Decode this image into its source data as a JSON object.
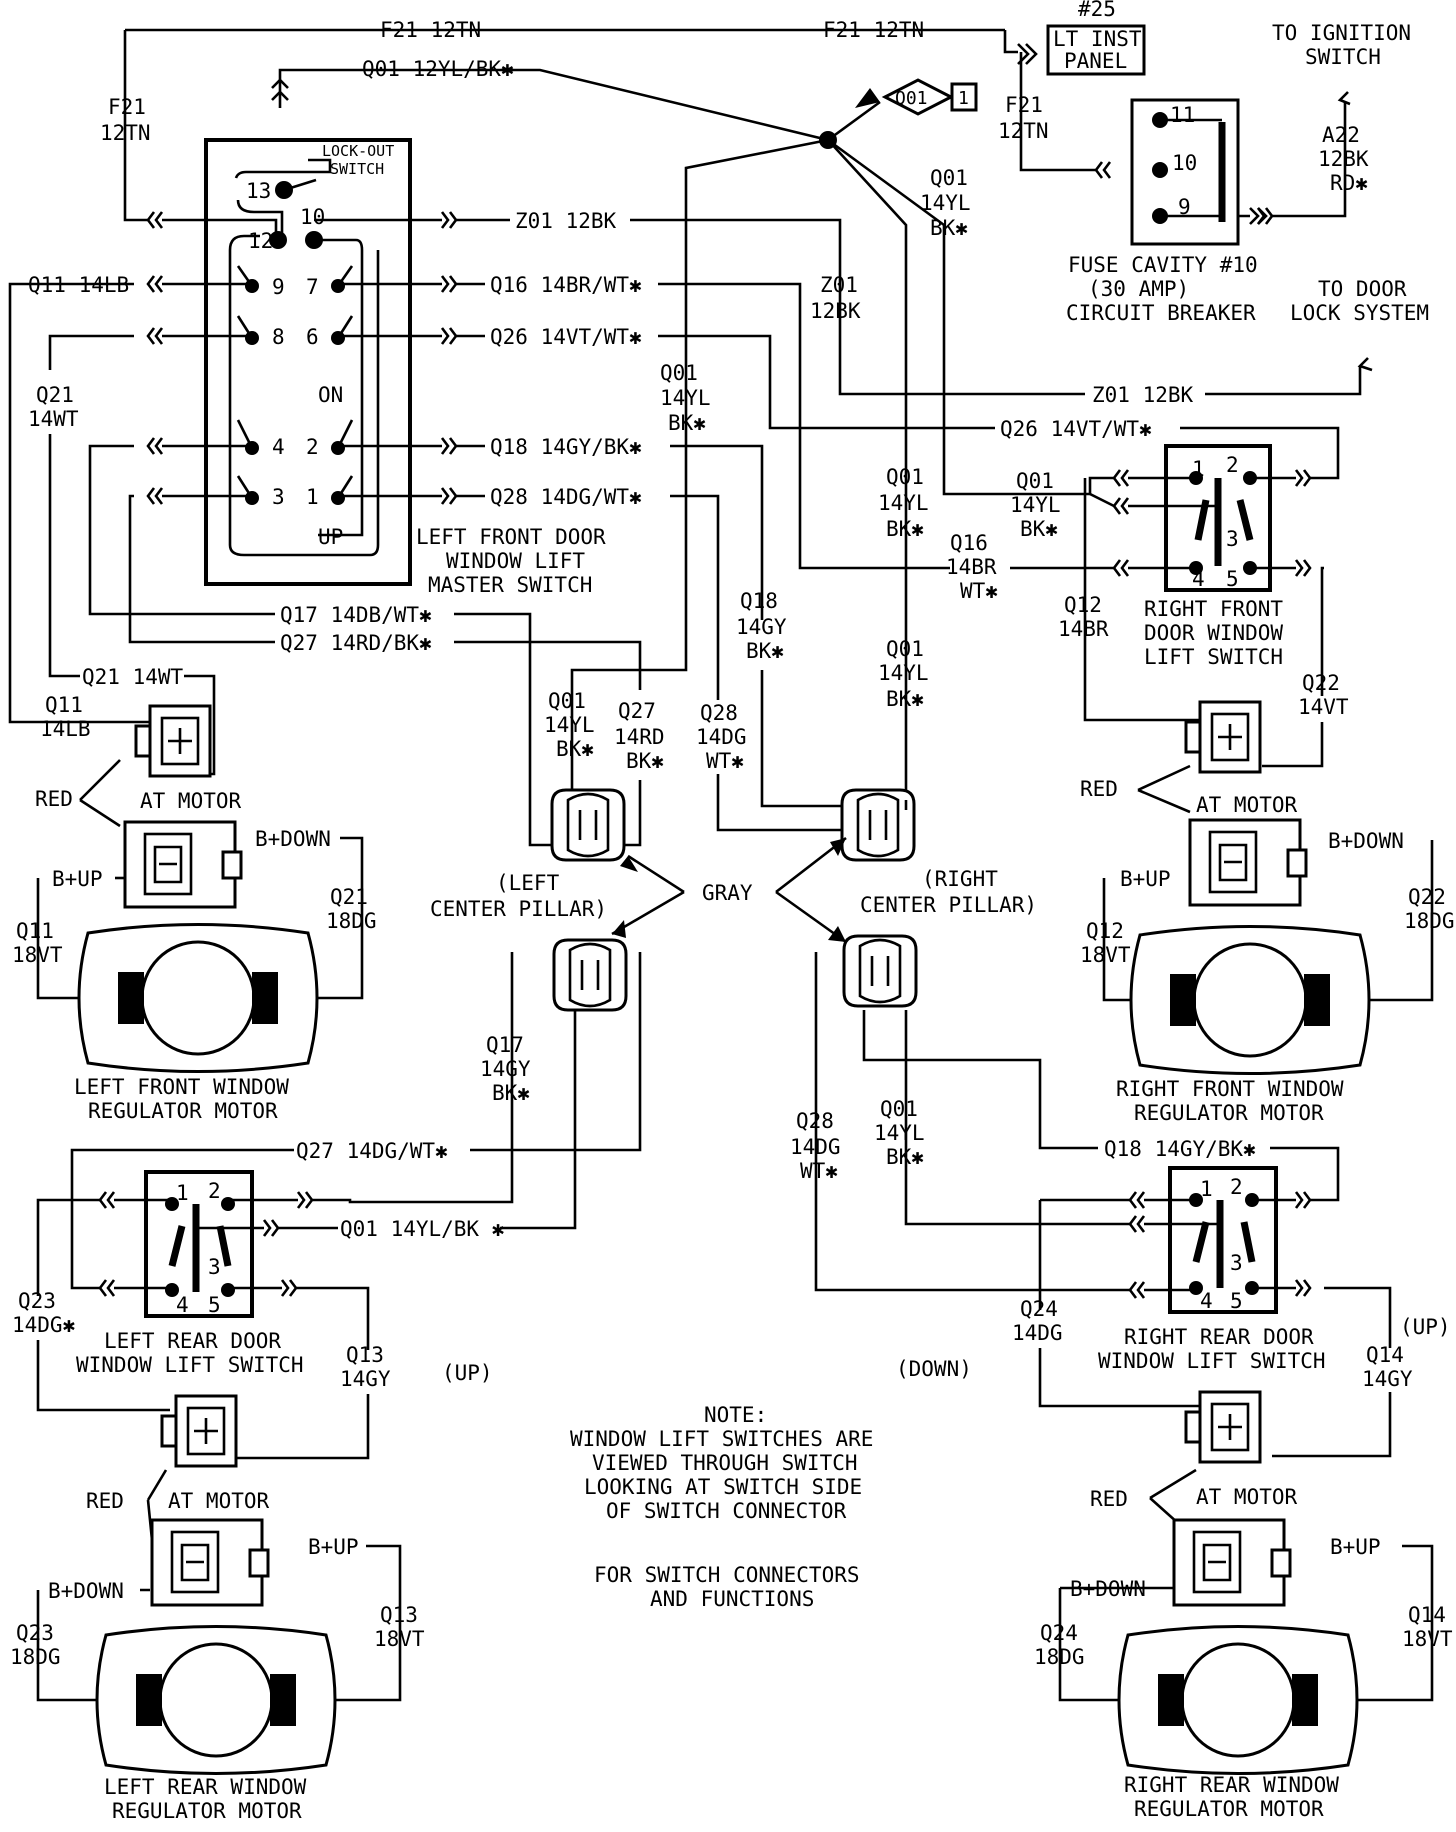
{
  "header": {
    "fuse_num": "#25",
    "lt_inst": "LT INST",
    "panel": "PANEL",
    "to_ign_1": "TO IGNITION",
    "to_ign_2": "SWITCH",
    "a22_1": "A22",
    "a22_2": "12BK",
    "a22_3": "RD✱",
    "fuse_1": "FUSE CAVITY #10",
    "fuse_2": "(30 AMP)",
    "fuse_3": "CIRCUIT BREAKER",
    "to_door_1": "TO DOOR",
    "to_door_2": "LOCK SYSTEM",
    "fuse_pins": [
      "11",
      "10",
      "9"
    ],
    "splice_tag": "Q01",
    "splice_num": "1"
  },
  "wires": {
    "f21_top_left": "F21  12TN",
    "f21_top_right": "F21  12TN",
    "f21_left_1": "F21",
    "f21_left_2": "12TN",
    "f21_right_1": "F21",
    "f21_right_2": "12TN",
    "q01_top": "Q01  12YL/BK✱",
    "z01_1": "Z01  12BK",
    "z01_2a": "Z01",
    "z01_2b": "12BK",
    "z01_3": "Z01  12BK",
    "q01_a": [
      "Q01",
      "14YL",
      "BK✱"
    ],
    "q01_b": [
      "Q01",
      "14YL",
      "BK✱"
    ],
    "q01_c": [
      "Q01",
      "14YL",
      "BK✱"
    ],
    "q01_d": [
      "Q01",
      "14YL",
      "BK✱"
    ],
    "q01_e": [
      "Q01",
      "14YL",
      "BK✱"
    ],
    "q01_f": [
      "Q01",
      "14YL",
      "BK✱"
    ],
    "q11_top": "Q11  14LB",
    "q16_top": "Q16  14BR/WT✱",
    "q26_top": "Q26  14VT/WT✱",
    "q21_1": "Q21",
    "q21_2": "14WT",
    "q26_mid": "Q26  14VT/WT✱",
    "q18_top": "Q18  14GY/BK✱",
    "q28_top": "Q28  14DG/WT✱",
    "q16_mid": [
      "Q16",
      "14BR",
      "WT✱"
    ],
    "q17_mid": "Q17  14DB/WT✱",
    "q27_mid": "Q27  14RD/BK✱",
    "q18_mid": [
      "Q18",
      "14GY",
      "BK✱"
    ],
    "q27_b": [
      "Q27",
      "14RD",
      "BK✱"
    ],
    "q28_mid": [
      "Q28",
      "14DG",
      "WT✱"
    ],
    "q12_1": "Q12",
    "q12_2": "14BR",
    "q22_1": "Q22",
    "q22_2": "14VT",
    "q21_wt": "Q21  14WT",
    "q11_lb_1": "Q11",
    "q11_lb_2": "14LB",
    "q21_dg_1": "Q21",
    "q21_dg_2": "18DG",
    "q11_vt_1": "Q11",
    "q11_vt_2": "18VT",
    "q12_vt_1": "Q12",
    "q12_vt_2": "18VT",
    "q22_dg_1": "Q22",
    "q22_dg_2": "18DG",
    "q17_gy": [
      "Q17",
      "14GY",
      "BK✱"
    ],
    "q28_dg": [
      "Q28",
      "14DG",
      "WT✱"
    ],
    "q27_lr": "Q27  14DG/WT✱",
    "q01_lr": "Q01  14YL/BK ✱",
    "q18_rr": "Q18  14GY/BK✱",
    "q23_1": "Q23",
    "q23_2": "14DG✱",
    "q13_1": "Q13",
    "q13_2": "14GY",
    "q24_1": "Q24",
    "q24_2": "14DG",
    "q14_1": "Q14",
    "q14_2": "14GY",
    "q23_dg_1": "Q23",
    "q23_dg_2": "18DG",
    "q13_vt_1": "Q13",
    "q13_vt_2": "18VT",
    "q24_dg_1": "Q24",
    "q24_dg_2": "18DG",
    "q14_vt_1": "Q14",
    "q14_vt_2": "18VT"
  },
  "master_switch": {
    "lockout_1": "LOCK-OUT",
    "lockout_2": "SWITCH",
    "pins": [
      "13",
      "12",
      "10",
      "9",
      "7",
      "8",
      "6",
      "4",
      "2",
      "3",
      "1"
    ],
    "on": "ON",
    "up": "UP",
    "title_1": "LEFT FRONT DOOR",
    "title_2": "WINDOW LIFT",
    "title_3": "MASTER SWITCH"
  },
  "switch_pins": [
    "1",
    "2",
    "3",
    "4",
    "5"
  ],
  "labels": {
    "left_pillar_1": "(LEFT",
    "left_pillar_2": "CENTER PILLAR)",
    "right_pillar_1": "(RIGHT",
    "right_pillar_2": "CENTER PILLAR)",
    "gray": "GRAY",
    "rf_switch_1": "RIGHT FRONT",
    "rf_switch_2": "DOOR WINDOW",
    "rf_switch_3": "LIFT SWITCH",
    "red": "RED",
    "at_motor": "AT MOTOR",
    "b_down": "B+DOWN",
    "b_up": "B+UP",
    "lf_motor_1": "LEFT FRONT WINDOW",
    "lf_motor_2": "REGULATOR MOTOR",
    "rf_motor_1": "RIGHT FRONT WINDOW",
    "rf_motor_2": "REGULATOR MOTOR",
    "lr_switch_1": "LEFT REAR DOOR",
    "lr_switch_2": "WINDOW LIFT SWITCH",
    "rr_switch_1": "RIGHT REAR DOOR",
    "rr_switch_2": "WINDOW LIFT SWITCH",
    "up_paren": "(UP)",
    "down_paren": "(DOWN)",
    "lr_motor_1": "LEFT REAR WINDOW",
    "lr_motor_2": "REGULATOR MOTOR",
    "rr_motor_1": "RIGHT REAR WINDOW",
    "rr_motor_2": "REGULATOR MOTOR"
  },
  "note": {
    "l1": "NOTE:",
    "l2": "WINDOW LIFT SWITCHES ARE",
    "l3": "VIEWED THROUGH SWITCH",
    "l4": "LOOKING AT SWITCH SIDE",
    "l5": "OF SWITCH CONNECTOR",
    "l6": "FOR SWITCH CONNECTORS",
    "l7": "AND FUNCTIONS"
  }
}
